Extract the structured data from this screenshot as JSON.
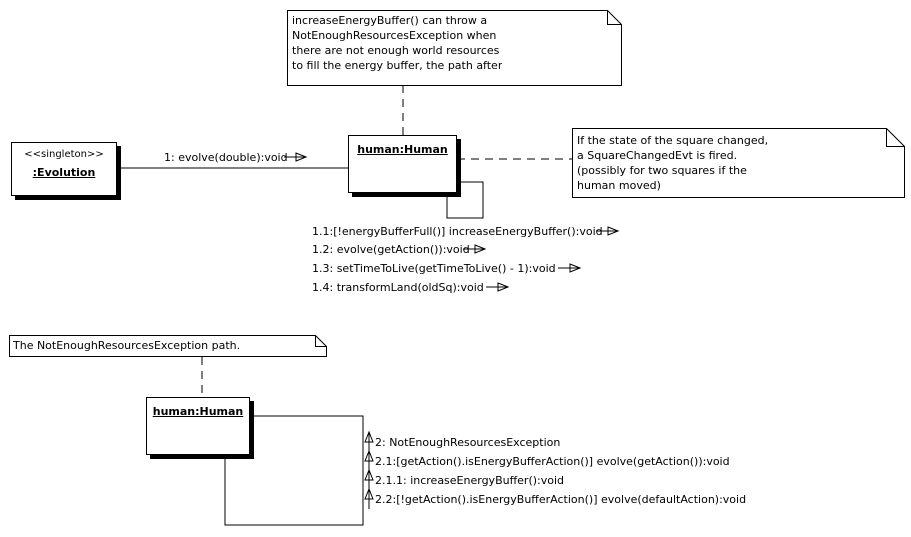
{
  "notes": {
    "increase_energy": {
      "lines": [
        "increaseEnergyBuffer() can throw a",
        "NotEnoughResourcesException when",
        "there are not enough world resources",
        "to fill the energy buffer, the path after"
      ]
    },
    "square_changed": {
      "lines": [
        "If the state of the square changed,",
        "a SquareChangedEvt is fired.",
        "(possibly for two squares if the",
        "human moved)"
      ]
    },
    "exception_path": {
      "lines": [
        "The NotEnoughResourcesException path."
      ]
    }
  },
  "objects": {
    "evolution": {
      "stereotype": "<<singleton>>",
      "name": ":Evolution"
    },
    "human_top": {
      "name": "human:Human"
    },
    "human_bottom": {
      "name": "human:Human"
    }
  },
  "messages": {
    "m1": "1: evolve(double):void",
    "m1_1": "1.1:[!energyBufferFull()] increaseEnergyBuffer():void",
    "m1_2": "1.2: evolve(getAction()):void",
    "m1_3": "1.3: setTimeToLive(getTimeToLive() - 1):void",
    "m1_4": "1.4: transformLand(oldSq):void",
    "m2": "2: NotEnoughResourcesException",
    "m2_1": "2.1:[getAction().isEnergyBufferAction()] evolve(getAction()):void",
    "m2_1_1": "2.1.1: increaseEnergyBuffer():void",
    "m2_2": "2.2:[!getAction().isEnergyBufferAction()] evolve(defaultAction):void"
  }
}
